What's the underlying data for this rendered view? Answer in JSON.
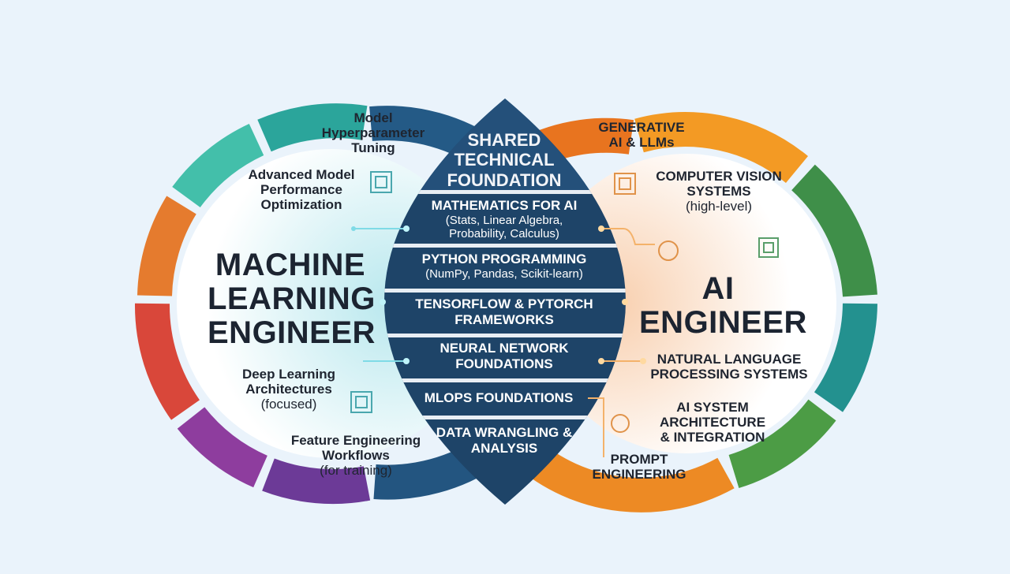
{
  "shared": {
    "title": "SHARED TECHNICAL FOUNDATION",
    "items": [
      {
        "label": "MATHEMATICS FOR AI",
        "sub": "(Stats, Linear Algebra, Probability, Calculus)"
      },
      {
        "label": "PYTHON PROGRAMMING",
        "sub": "(NumPy, Pandas, Scikit-learn)"
      },
      {
        "label": "TENSORFLOW & PYTORCH FRAMEWORKS",
        "sub": ""
      },
      {
        "label": "NEURAL NETWORK FOUNDATIONS",
        "sub": ""
      },
      {
        "label": "MLOPS FOUNDATIONS",
        "sub": ""
      },
      {
        "label": "DATA WRANGLING & ANALYSIS",
        "sub": ""
      }
    ]
  },
  "ml_engineer": {
    "title": "MACHINE LEARNING ENGINEER",
    "skills": [
      {
        "label": "Model Hyperparameter Tuning",
        "sub": ""
      },
      {
        "label": "Advanced Model Performance Optimization",
        "sub": ""
      },
      {
        "label": "Deep Learning Architectures",
        "sub": "(focused)"
      },
      {
        "label": "Feature Engineering Workflows",
        "sub": "(for training)"
      }
    ]
  },
  "ai_engineer": {
    "title": "AI ENGINEER",
    "skills": [
      {
        "label": "GENERATIVE AI & LLMs",
        "sub": ""
      },
      {
        "label": "COMPUTER VISION SYSTEMS",
        "sub": "(high-level)"
      },
      {
        "label": "NATURAL LANGUAGE PROCESSING SYSTEMS",
        "sub": ""
      },
      {
        "label": "AI SYSTEM ARCHITECTURE & INTEGRATION",
        "sub": ""
      },
      {
        "label": "PROMPT ENGINEERING",
        "sub": ""
      }
    ]
  },
  "colors": {
    "lens": "#1e4468",
    "ml_accent": "#3ec6d8",
    "ai_accent": "#f0a040"
  }
}
